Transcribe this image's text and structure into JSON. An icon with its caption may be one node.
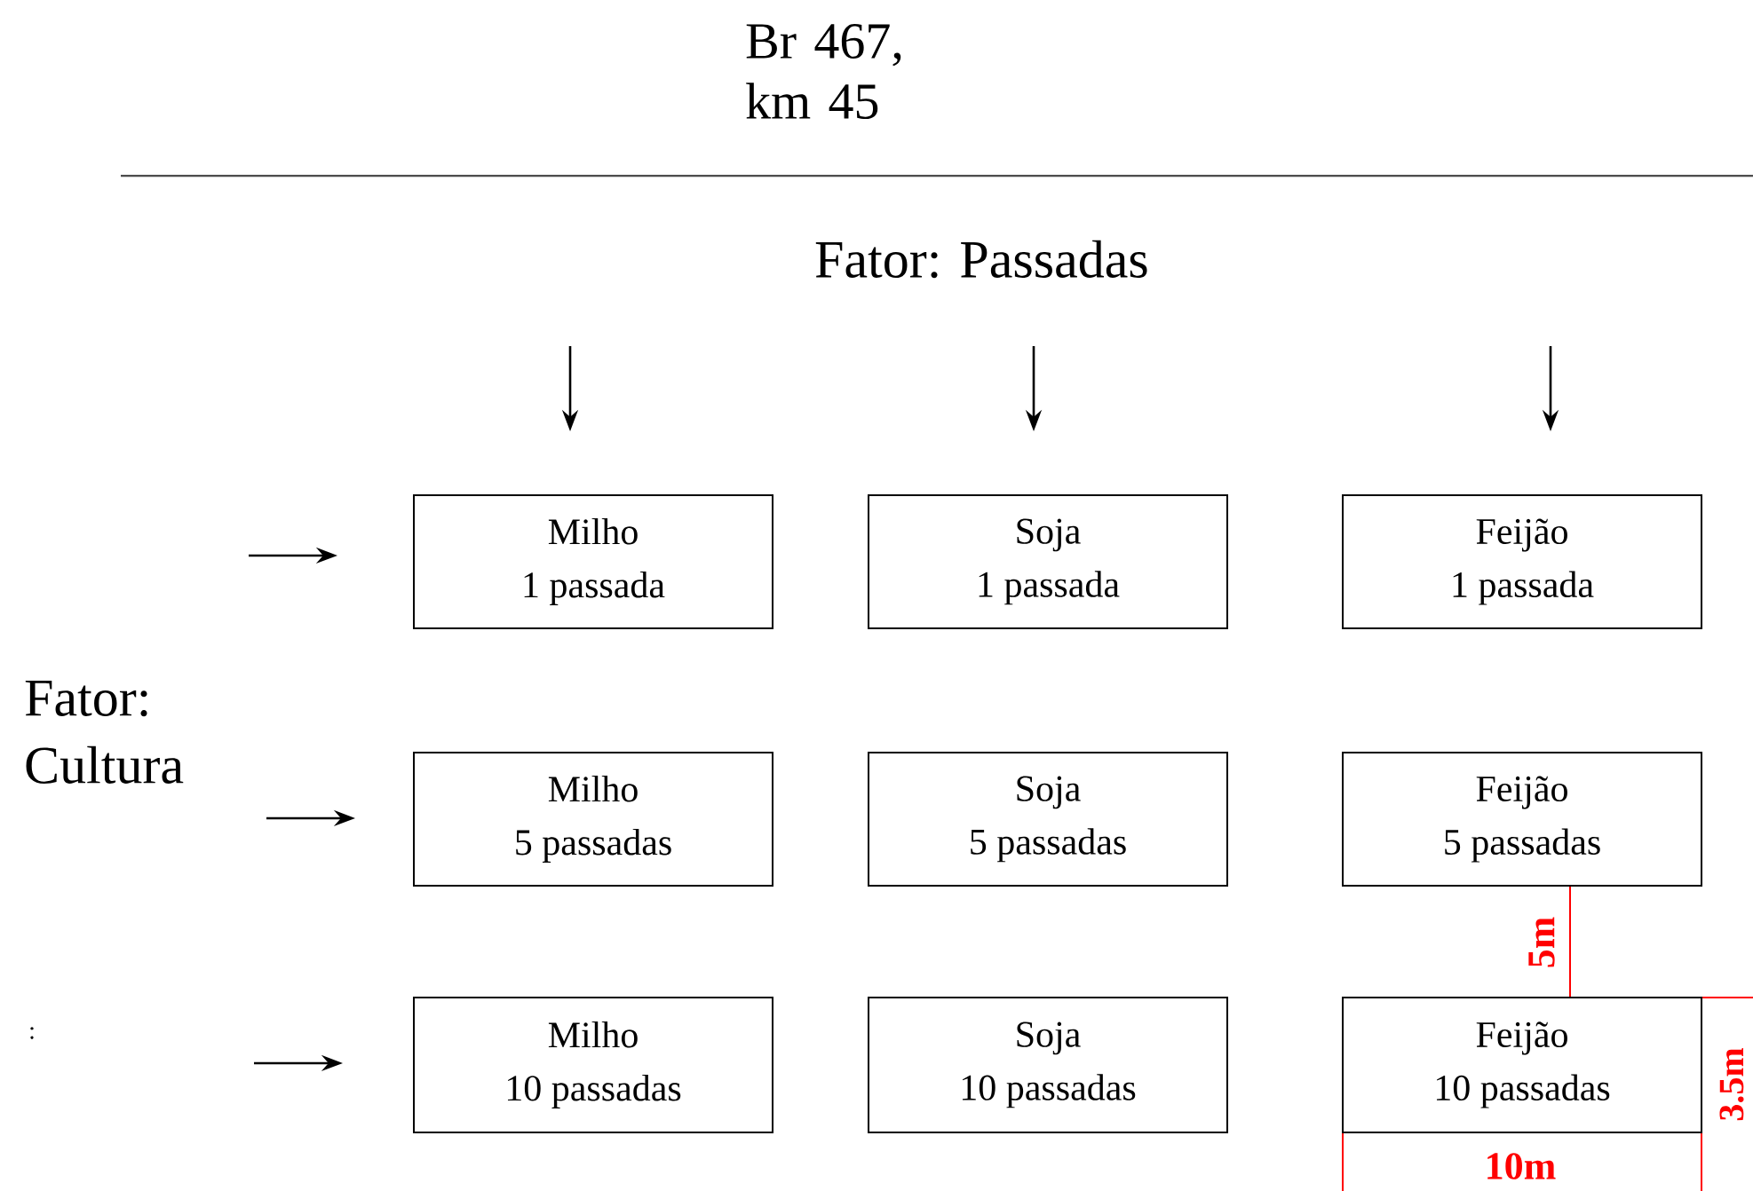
{
  "diagram": {
    "nodes": [
      {
        "text": [
          "Milho",
          "1 passada"
        ]
      },
      {
        "text": [
          "Soja",
          "1 passada"
        ]
      },
      {
        "text": [
          "Feijão",
          "1 passada"
        ]
      },
      {
        "text": [
          "Milho",
          "5 passadas"
        ]
      },
      {
        "text": [
          "Soja",
          "5 passadas"
        ]
      },
      {
        "text": [
          "Feijão",
          "5 passadas"
        ]
      },
      {
        "text": [
          "Milho",
          "10 passadas"
        ]
      },
      {
        "text": [
          "Soja",
          "10 passadas"
        ]
      },
      {
        "text": [
          "Feijão",
          "10 passadas"
        ]
      }
    ],
    "labels": [
      "Br 467, km 45",
      "Fator: Passadas",
      "Fator: Cultura",
      ":",
      "5m",
      "3.5m",
      "10m"
    ]
  }
}
